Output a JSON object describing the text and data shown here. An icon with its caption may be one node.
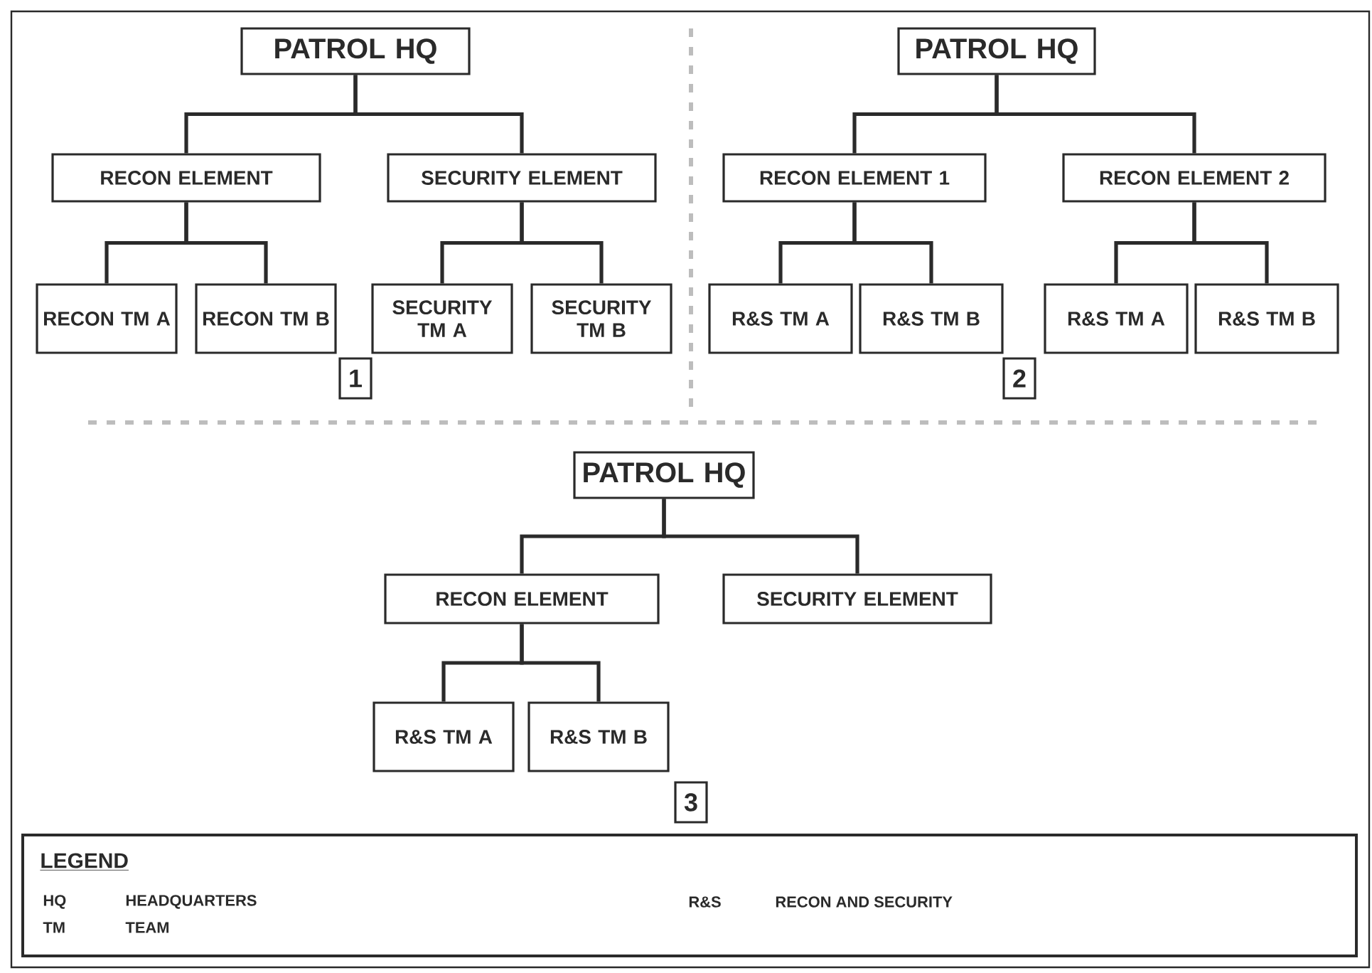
{
  "diagram": {
    "nodes": [
      {
        "text": [
          "PATROL HQ"
        ]
      },
      {
        "text": [
          "RECON ELEMENT"
        ]
      },
      {
        "text": [
          "SECURITY ELEMENT"
        ]
      },
      {
        "text": [
          "RECON TM A"
        ]
      },
      {
        "text": [
          "RECON TM B"
        ]
      },
      {
        "text": [
          "SECURITY TM A"
        ]
      },
      {
        "text": [
          "SECURITY TM B"
        ]
      },
      {
        "text": [
          "1"
        ]
      },
      {
        "text": [
          "PATROL HQ"
        ]
      },
      {
        "text": [
          "RECON ELEMENT 1"
        ]
      },
      {
        "text": [
          "RECON ELEMENT 2"
        ]
      },
      {
        "text": [
          "R&S TM A"
        ]
      },
      {
        "text": [
          "R&S TM B"
        ]
      },
      {
        "text": [
          "R&S TM A"
        ]
      },
      {
        "text": [
          "R&S TM B"
        ]
      },
      {
        "text": [
          "2"
        ]
      },
      {
        "text": [
          "PATROL HQ"
        ]
      },
      {
        "text": [
          "RECON ELEMENT"
        ]
      },
      {
        "text": [
          "SECURITY ELEMENT"
        ]
      },
      {
        "text": [
          "R&S TM A"
        ]
      },
      {
        "text": [
          "R&S TM B"
        ]
      },
      {
        "text": [
          "3"
        ]
      },
      {
        "text": [
          "LEGEND",
          "HQ",
          "HEADQUARTERS",
          "R&S",
          "RECON AND SECURITY",
          "TM",
          "TEAM"
        ]
      }
    ],
    "edges": [
      {
        "from": 0,
        "to": 1,
        "arrow": "none"
      },
      {
        "from": 0,
        "to": 2,
        "arrow": "none"
      },
      {
        "from": 1,
        "to": 3,
        "arrow": "none"
      },
      {
        "from": 1,
        "to": 4,
        "arrow": "none"
      },
      {
        "from": 2,
        "to": 5,
        "arrow": "none"
      },
      {
        "from": 2,
        "to": 6,
        "arrow": "none"
      },
      {
        "from": 8,
        "to": 9,
        "arrow": "none"
      },
      {
        "from": 8,
        "to": 10,
        "arrow": "none"
      },
      {
        "from": 9,
        "to": 11,
        "arrow": "none"
      },
      {
        "from": 9,
        "to": 12,
        "arrow": "none"
      },
      {
        "from": 10,
        "to": 13,
        "arrow": "none"
      },
      {
        "from": 10,
        "to": 14,
        "arrow": "none"
      },
      {
        "from": 16,
        "to": 17,
        "arrow": "none"
      },
      {
        "from": 16,
        "to": 18,
        "arrow": "none"
      },
      {
        "from": 17,
        "to": 19,
        "arrow": "none"
      },
      {
        "from": 17,
        "to": 20,
        "arrow": "none"
      }
    ]
  }
}
